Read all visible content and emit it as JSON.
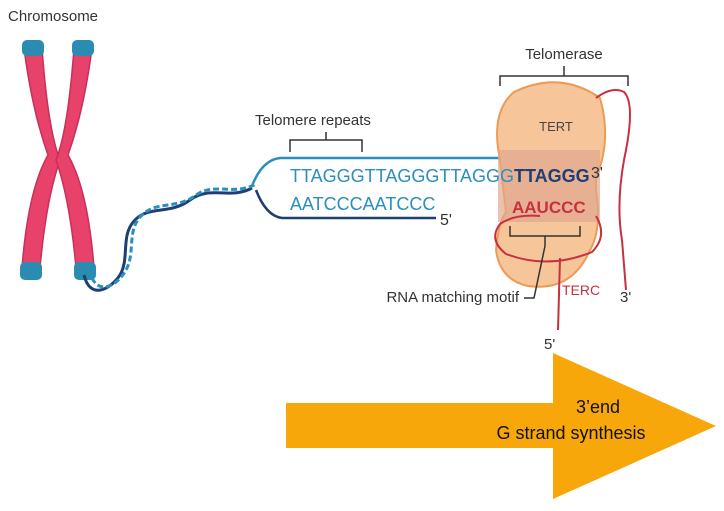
{
  "labels": {
    "chromosome": "Chromosome",
    "telomerase": "Telomerase",
    "telomere_repeats": "Telomere repeats",
    "tert": "TERT",
    "terc": "TERC",
    "rna_matching_motif": "RNA matching motif"
  },
  "sequences": {
    "top_strand_prefix": "TTAGGGTTAGGGTTAGGG",
    "top_strand_new": "TTAGGG",
    "top_strand_end": "3'",
    "bottom_strand": "AATCCCAATCCC",
    "bottom_strand_end": "5'",
    "rna_template": "AAUCCC",
    "rna_5prime": "5'",
    "rna_3prime": "3'"
  },
  "arrow": {
    "line1": "3’end",
    "line2": "G strand synthesis"
  },
  "colors": {
    "chromosome_body": "#e8416a",
    "chromosome_cap": "#2a8cb0",
    "strand_light": "#2a8fbf",
    "strand_dark": "#1d3f73",
    "telomerase_fill": "#f6c69a",
    "telomerase_stroke": "#ec9a55",
    "rna_red": "#c8303f",
    "arrow_orange": "#f8a70b"
  }
}
